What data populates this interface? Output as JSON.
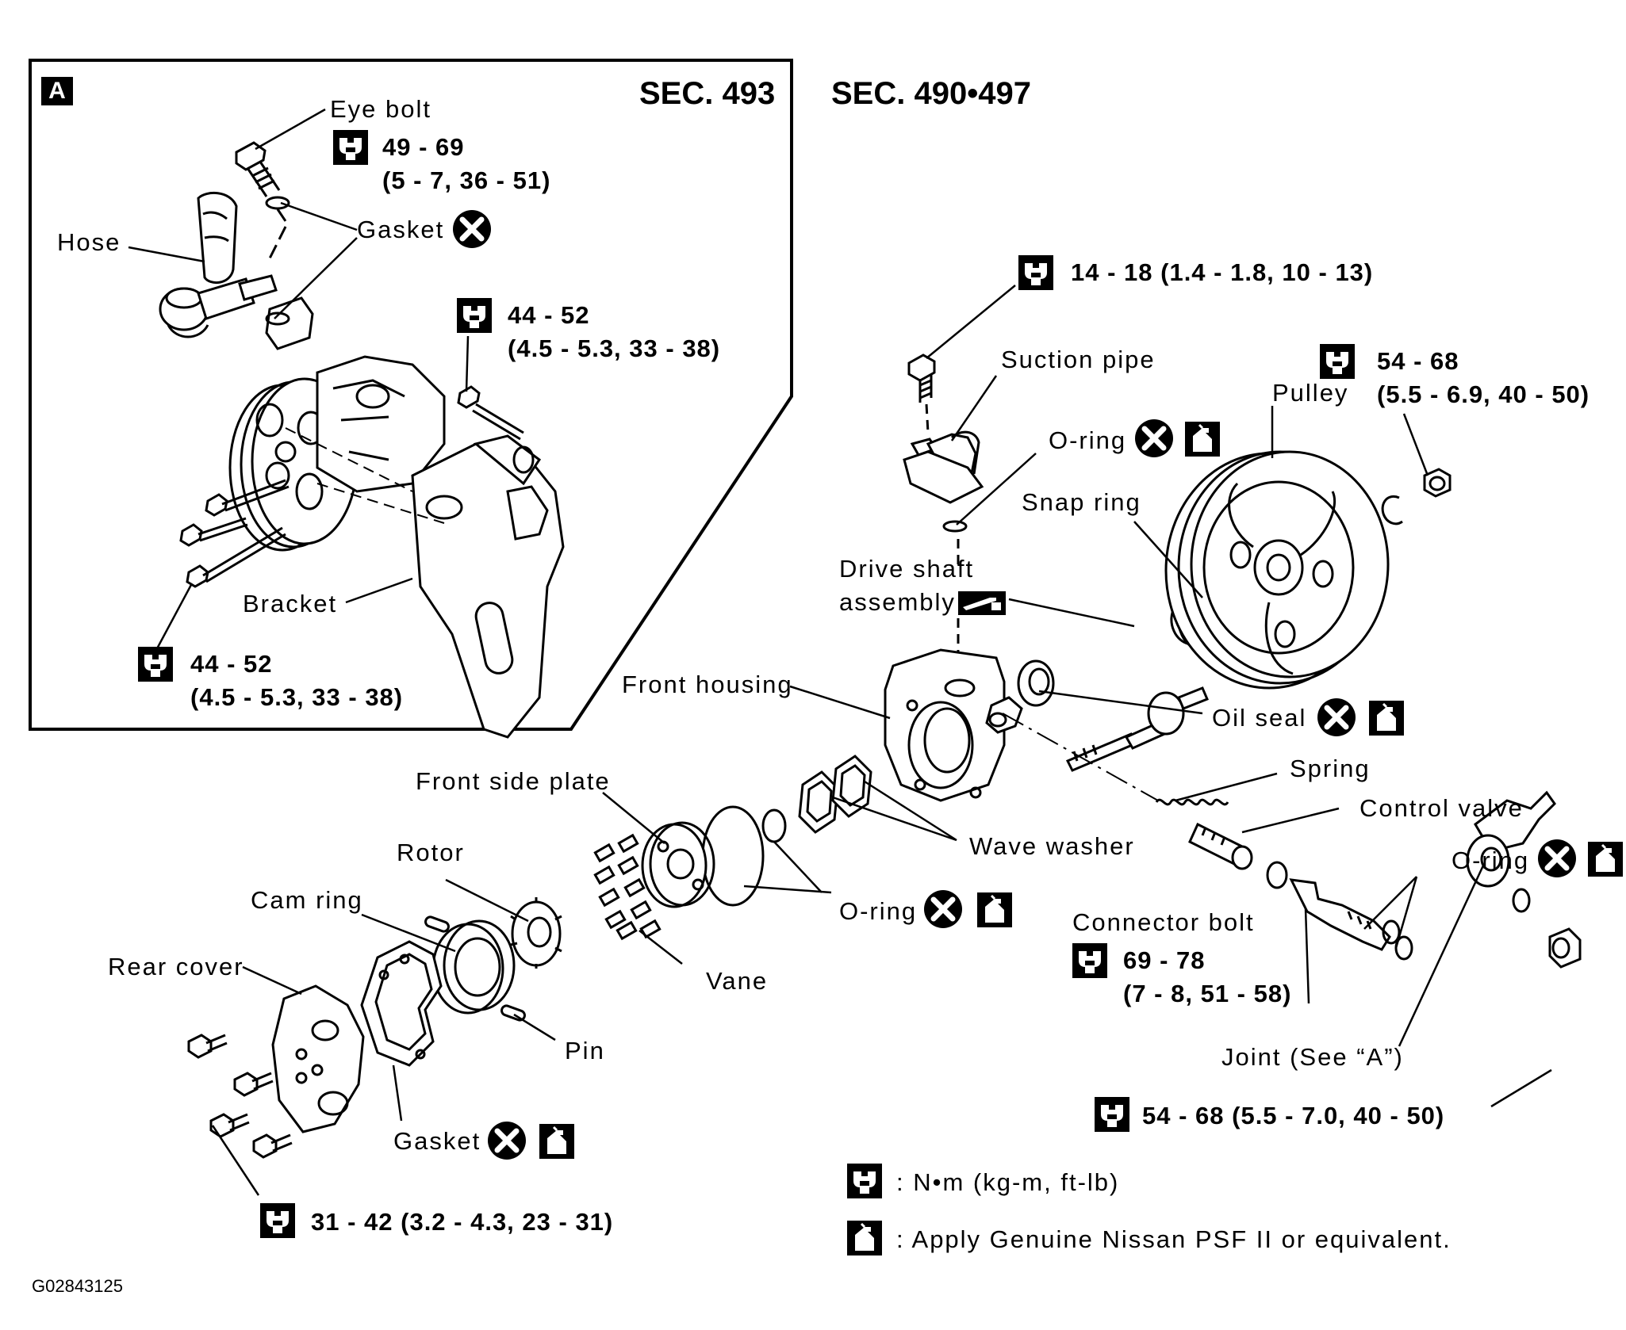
{
  "inset": {
    "tag": "A",
    "section": "SEC. 493",
    "labels": {
      "eye_bolt": "Eye bolt",
      "hose": "Hose",
      "gasket": "Gasket",
      "bracket": "Bracket"
    },
    "torques": {
      "eye_bolt": {
        "nm": "49 - 69",
        "alt": "(5 - 7, 36 - 51)"
      },
      "upper_bolt": {
        "nm": "44 - 52",
        "alt": "(4.5 - 5.3, 33 - 38)"
      },
      "lower_bolt": {
        "nm": "44 - 52",
        "alt": "(4.5 - 5.3, 33 - 38)"
      }
    }
  },
  "main": {
    "section": "SEC. 490•497",
    "labels": {
      "suction_pipe": "Suction pipe",
      "o_ring_top": "O-ring",
      "snap_ring": "Snap ring",
      "pulley": "Pulley",
      "drive_shaft_1": "Drive shaft",
      "drive_shaft_2": "assembly",
      "front_housing": "Front housing",
      "oil_seal": "Oil seal",
      "spring": "Spring",
      "control_valve": "Control valve",
      "front_side_plate": "Front side plate",
      "wave_washer": "Wave washer",
      "o_ring_right": "O-ring",
      "rotor": "Rotor",
      "cam_ring": "Cam ring",
      "o_ring_mid": "O-ring",
      "connector_bolt": "Connector bolt",
      "rear_cover": "Rear cover",
      "vane": "Vane",
      "pin": "Pin",
      "joint": "Joint (See “A”)",
      "gasket": "Gasket"
    },
    "torques": {
      "suction_bolt": "14 - 18 (1.4 - 1.8, 10 - 13)",
      "pulley_nut_nm": "54 - 68",
      "pulley_nut_alt": "(5.5 - 6.9, 40 - 50)",
      "connector_nm": "69 - 78",
      "connector_alt": "(7 - 8, 51 - 58)",
      "joint_nut": "54 - 68 (5.5 - 7.0, 40 - 50)",
      "rear_bolts": "31 - 42 (3.2 - 4.3, 23 - 31)"
    }
  },
  "legend": {
    "torque": ": N•m (kg-m, ft-lb)",
    "fluid": ": Apply Genuine Nissan PSF II or equivalent."
  },
  "figure_id": "G02843125"
}
